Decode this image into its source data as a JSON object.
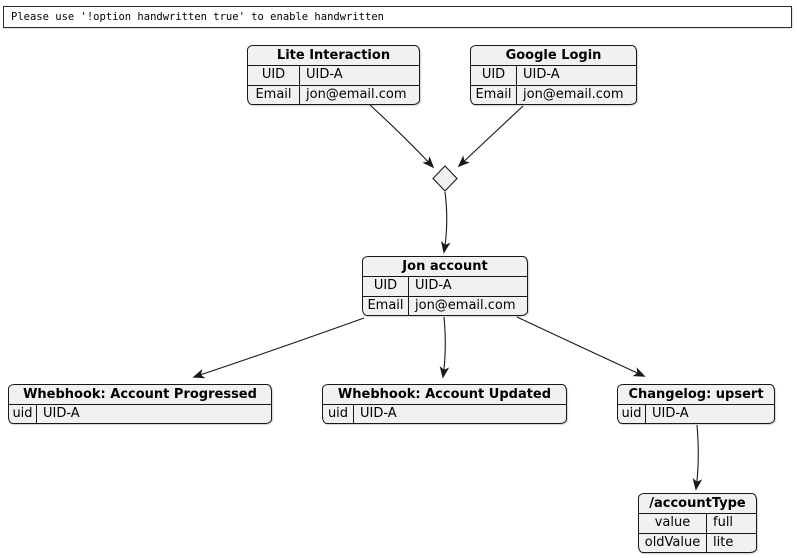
{
  "note": {
    "text": "Please use '!option handwritten true' to enable handwritten"
  },
  "colors": {
    "background": "#FFFFFF",
    "box_fill": "#F1F1F1",
    "box_border": "#181818",
    "arrow": "#181818",
    "text": "#000000"
  },
  "objects": [
    {
      "title": "Lite Interaction",
      "rows": [
        {
          "key": "UID",
          "value": "UID-A"
        },
        {
          "key": "Email",
          "value": "jon@email.com"
        }
      ]
    },
    {
      "title": "Google Login",
      "rows": [
        {
          "key": "UID",
          "value": "UID-A"
        },
        {
          "key": "Email",
          "value": "jon@email.com"
        }
      ]
    },
    {
      "title": "Jon account",
      "rows": [
        {
          "key": "UID",
          "value": "UID-A"
        },
        {
          "key": "Email",
          "value": "jon@email.com"
        }
      ]
    },
    {
      "title": "Whebhook: Account Progressed",
      "rows": [
        {
          "key": "uid",
          "value": "UID-A"
        }
      ]
    },
    {
      "title": "Whebhook: Account Updated",
      "rows": [
        {
          "key": "uid",
          "value": "UID-A"
        }
      ]
    },
    {
      "title": "Changelog: upsert",
      "rows": [
        {
          "key": "uid",
          "value": "UID-A"
        }
      ]
    },
    {
      "title": "/accountType",
      "rows": [
        {
          "key": "value",
          "value": "full"
        },
        {
          "key": "oldValue",
          "value": "lite"
        }
      ]
    }
  ],
  "connector": {
    "type": "merge-diamond"
  }
}
